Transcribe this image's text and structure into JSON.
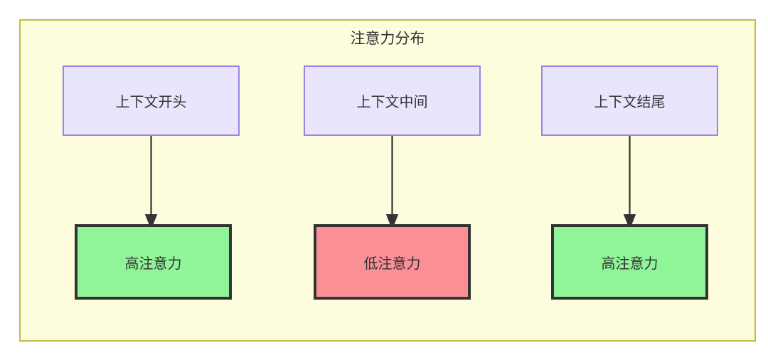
{
  "diagram": {
    "title": "注意力分布",
    "type": "flowchart",
    "direction": "top-to-bottom",
    "colors": {
      "container_background": "#fdfdde",
      "container_border": "#bfbf3f",
      "context_node_background": "#e8e5fc",
      "context_node_border": "#9d82e8",
      "high_attention_background": "#90f599",
      "low_attention_background": "#fa9096",
      "attention_node_border": "#333333",
      "edge_color": "#333333",
      "text_color": "#333333"
    },
    "columns": [
      {
        "id": "start",
        "source": {
          "label": "上下文开头"
        },
        "target": {
          "label": "高注意力",
          "level": "high"
        }
      },
      {
        "id": "middle",
        "source": {
          "label": "上下文中间"
        },
        "target": {
          "label": "低注意力",
          "level": "low"
        }
      },
      {
        "id": "end",
        "source": {
          "label": "上下文结尾"
        },
        "target": {
          "label": "高注意力",
          "level": "high"
        }
      }
    ]
  }
}
